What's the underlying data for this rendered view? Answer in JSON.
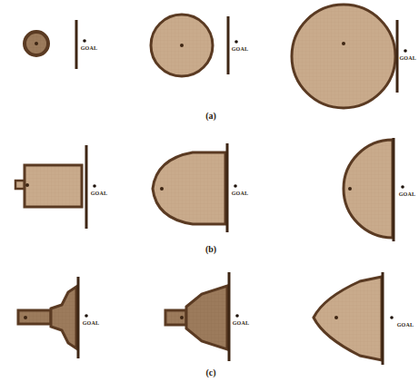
{
  "diagram": {
    "labels": [
      "GOAL",
      "GOAL",
      "GOAL",
      "(a)",
      "GOAL",
      "GOAL",
      "GOAL",
      "(b)",
      "GOAL",
      "GOAL",
      "GOAL",
      "(c)"
    ]
  }
}
